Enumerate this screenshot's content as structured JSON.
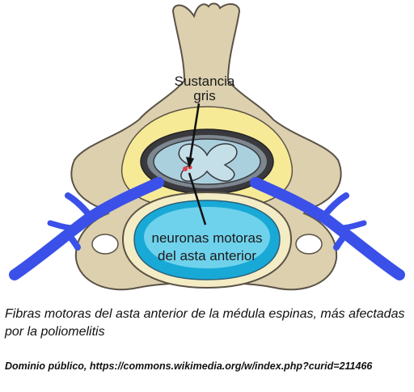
{
  "diagram": {
    "labels": {
      "gray_matter_line1": "Sustancia",
      "gray_matter_line2": "gris",
      "motor_neurons_line1": "neuronas motoras",
      "motor_neurons_line2": "del asta anterior"
    },
    "colors": {
      "bone": "#dcd0ae",
      "bone_stroke": "#5a5247",
      "canal_ring": "#f7ea97",
      "nerve": "#3a50e8",
      "body_cyan": "#19a9d6",
      "body_light": "#6fd2ec",
      "gray_matter": "#c4dfe8",
      "neuron_dot": "#e0404a"
    }
  },
  "caption": "Fibras motoras del asta anterior de la médula espinas, más afectadas por la poliomelitis",
  "credit": "Dominio público, https://commons.wikimedia.org/w/index.php?curid=211466"
}
